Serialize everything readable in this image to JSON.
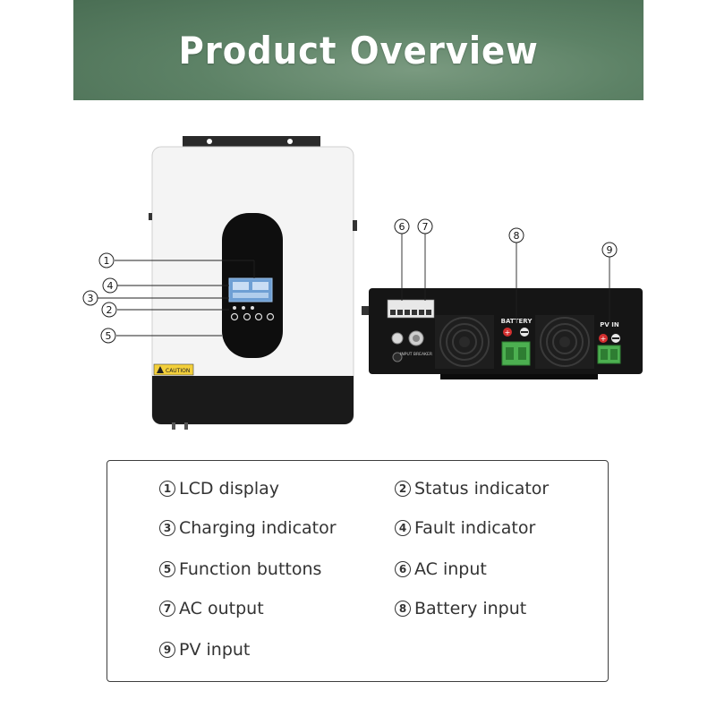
{
  "banner": {
    "title": "Product Overview"
  },
  "device": {
    "caution_label": "CAUTION",
    "input_breaker_label": "INPUT BREAKER",
    "battery_label": "BATTERY",
    "pv_in_label": "PV IN"
  },
  "callouts": [
    "①",
    "②",
    "③",
    "④",
    "⑤",
    "⑥",
    "⑦",
    "⑧",
    "⑨"
  ],
  "legend": [
    {
      "num": "1",
      "text": "LCD display"
    },
    {
      "num": "2",
      "text": "Status indicator"
    },
    {
      "num": "3",
      "text": "Charging indicator"
    },
    {
      "num": "4",
      "text": "Fault indicator"
    },
    {
      "num": "5",
      "text": "Function buttons"
    },
    {
      "num": "6",
      "text": "AC input"
    },
    {
      "num": "7",
      "text": "AC output"
    },
    {
      "num": "8",
      "text": "Battery input"
    },
    {
      "num": "9",
      "text": "PV input"
    }
  ],
  "colors": {
    "banner": "#5d8266",
    "terminal_green": "#4caf50",
    "positive_red": "#d32f2f"
  }
}
